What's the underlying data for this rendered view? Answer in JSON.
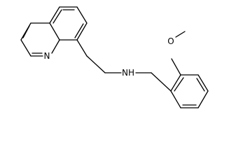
{
  "molecule": {
    "atom_labels": {
      "quinoline_nitrogen": "N",
      "amine": "NH",
      "methoxy_oxygen": "O"
    }
  },
  "colors": {
    "background": "#ffffff",
    "bond": "#000000"
  }
}
